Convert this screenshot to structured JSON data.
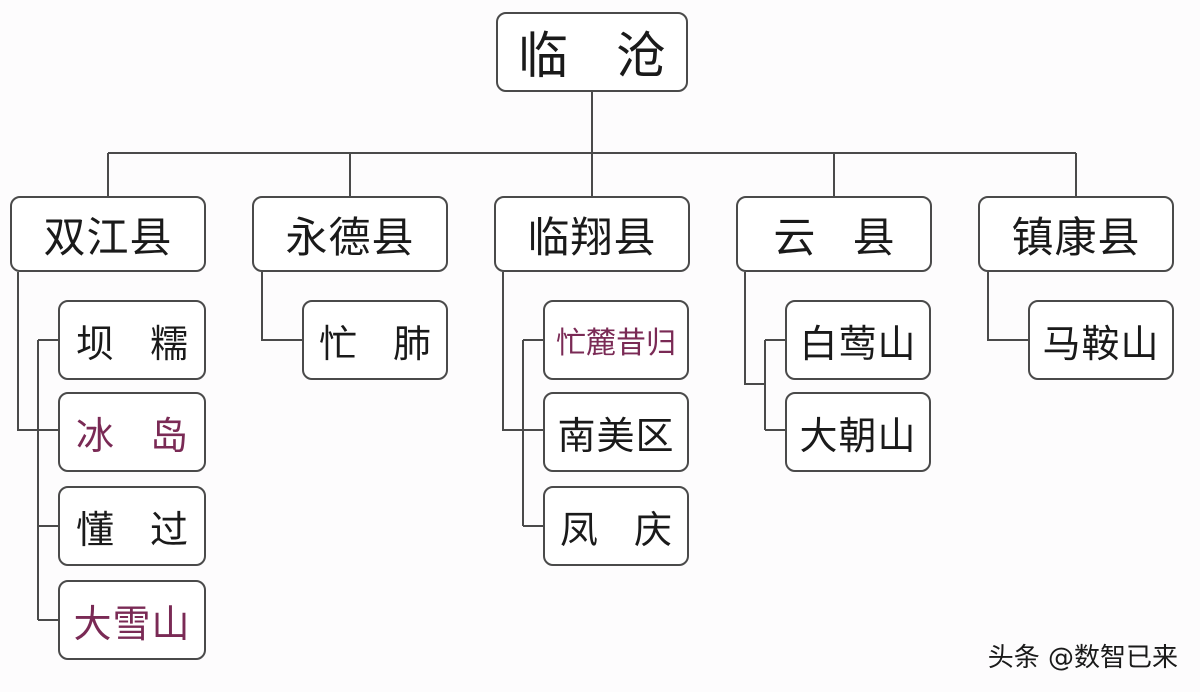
{
  "root": "临 沧",
  "counties": [
    {
      "name": "双江县",
      "towns": [
        "坝 糯",
        "冰 岛",
        "懂 过",
        "大雪山"
      ]
    },
    {
      "name": "永德县",
      "towns": [
        "忙 肺"
      ]
    },
    {
      "name": "临翔县",
      "towns": [
        "忙麓昔归",
        "南美区",
        "凤 庆"
      ]
    },
    {
      "name": "云 县",
      "towns": [
        "白莺山",
        "大朝山"
      ]
    },
    {
      "name": "镇康县",
      "towns": [
        "马鞍山"
      ]
    }
  ],
  "colors": {
    "default_text": "#1a1a1a",
    "highlight_text": "#7a2a55",
    "line": "#4a4a4a"
  },
  "highlighted": [
    "冰 岛",
    "忙麓昔归",
    "大雪山"
  ],
  "watermark": "头条 @数智已来"
}
